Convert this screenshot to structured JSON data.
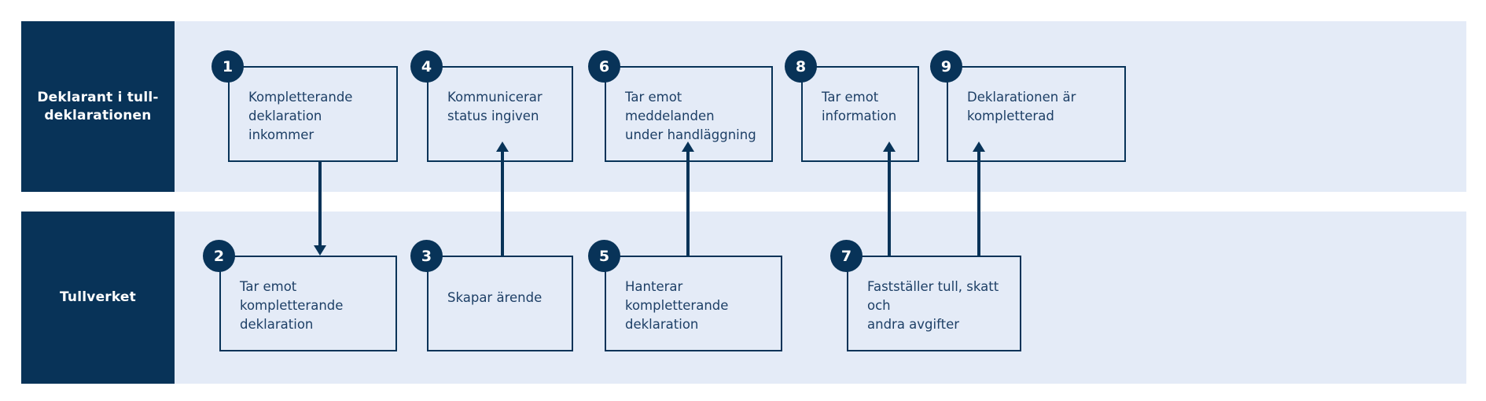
{
  "diagram": {
    "title": "Kompletterande deklaration process",
    "colors": {
      "lane_band": "#e4ebf7",
      "lane_header": "#083358",
      "box_border": "#083358",
      "text": "#1d3f66",
      "badge": "#083358",
      "badge_text": "#ffffff",
      "page_background": "#ffffff"
    },
    "lanes": [
      {
        "id": "deklarant",
        "label": "Deklarant i tull-\ndeklarationen",
        "steps": [
          {
            "number": "1",
            "label": "Kompletterande\ndeklaration inkommer"
          },
          {
            "number": "4",
            "label": "Kommunicerar\nstatus ingiven"
          },
          {
            "number": "6",
            "label": "Tar emot meddelanden\nunder handläggning"
          },
          {
            "number": "8",
            "label": "Tar emot\ninformation"
          },
          {
            "number": "9",
            "label": "Deklarationen är\nkompletterad"
          }
        ]
      },
      {
        "id": "tullverket",
        "label": "Tullverket",
        "steps": [
          {
            "number": "2",
            "label": "Tar emot kompletterande\ndeklaration"
          },
          {
            "number": "3",
            "label": "Skapar ärende"
          },
          {
            "number": "5",
            "label": "Hanterar kompletterande\ndeklaration"
          },
          {
            "number": "7",
            "label": "Fastställer tull, skatt och\nandra avgifter"
          }
        ]
      }
    ],
    "connectors": [
      {
        "id": "c1",
        "from": "1",
        "to": "2",
        "direction": "down"
      },
      {
        "id": "c2",
        "from": "3",
        "to": "4",
        "direction": "up"
      },
      {
        "id": "c3",
        "from": "5",
        "to": "6",
        "direction": "up"
      },
      {
        "id": "c4",
        "from": "7",
        "to": "8",
        "direction": "up"
      },
      {
        "id": "c5",
        "from": "7",
        "to": "9",
        "direction": "up"
      }
    ]
  }
}
